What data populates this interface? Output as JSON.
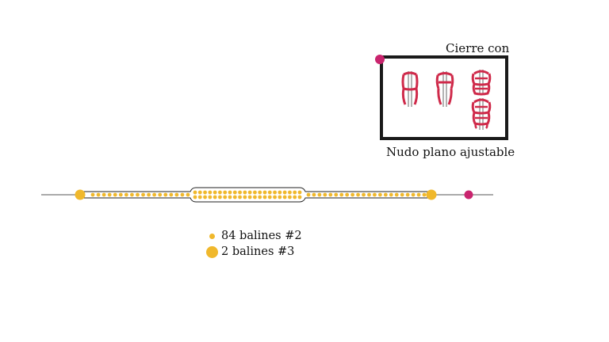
{
  "colors": {
    "bead": "#f0b82c",
    "accent_bead": "#c9246e",
    "cord": "#cf2a4a",
    "frame": "#1a1a1a",
    "thread": "#555555"
  },
  "closure": {
    "title_top": "Cierre con",
    "title_bottom": "Nudo plano ajustable"
  },
  "bracelet": {
    "small_bead_count": 84,
    "large_bead_count": 2
  },
  "legend": {
    "items": [
      {
        "label": "84 balines #2",
        "size": "small"
      },
      {
        "label": "2 balines #3",
        "size": "large"
      }
    ]
  }
}
